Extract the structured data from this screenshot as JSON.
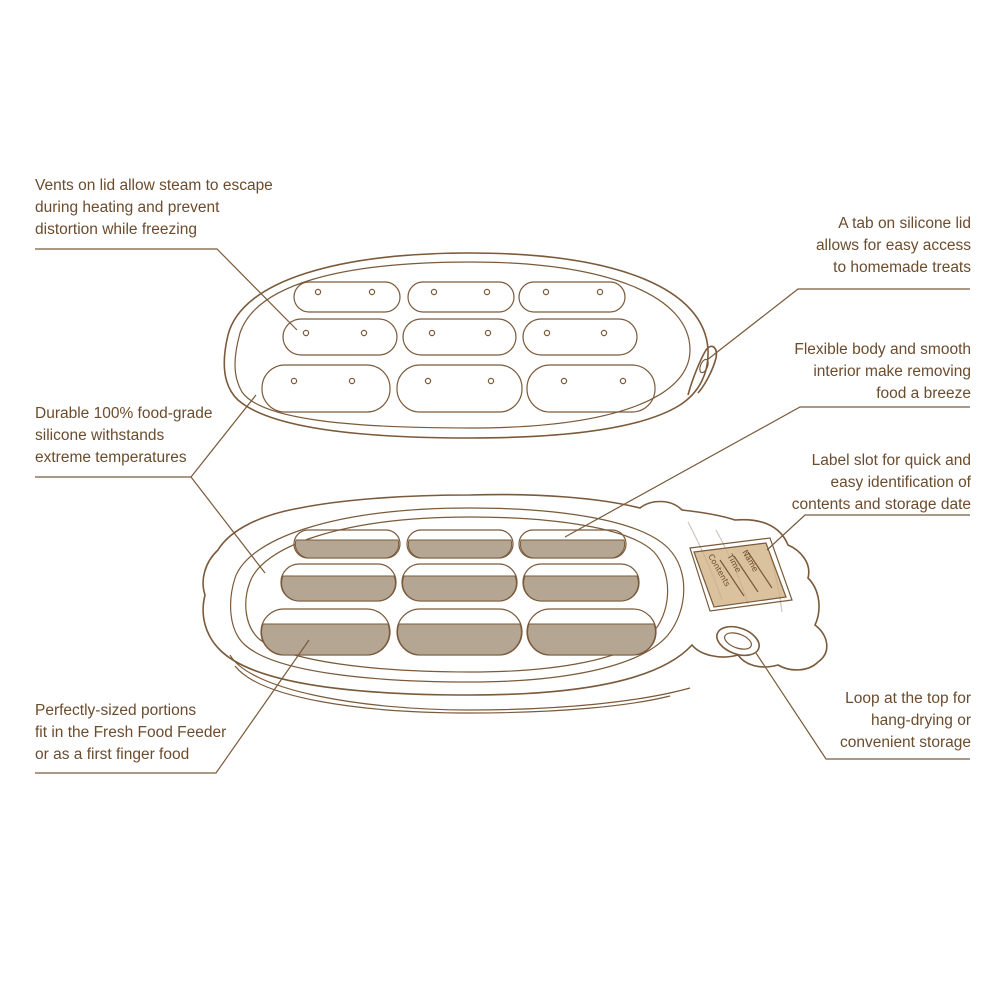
{
  "callouts": {
    "vents": [
      "Vents on lid allow steam to escape",
      "during heating and prevent",
      "distortion while freezing"
    ],
    "durable": [
      "Durable 100% food-grade",
      "silicone withstands",
      "extreme temperatures"
    ],
    "portions": [
      "Perfectly-sized portions",
      "fit in the Fresh Food Feeder",
      "or as a first finger food"
    ],
    "tab": [
      "A tab on silicone lid",
      "allows for easy access",
      "to homemade treats"
    ],
    "flexible": [
      "Flexible body and smooth",
      "interior make removing",
      "food a breeze"
    ],
    "label_slot": [
      "Label slot for quick and",
      "easy identification of",
      "contents and storage date"
    ],
    "loop": [
      "Loop at the top for",
      "hang-drying or",
      "convenient storage"
    ]
  },
  "label_card": {
    "fields": [
      "Name",
      "Time",
      "Contents"
    ]
  },
  "colors": {
    "outline": "#7a5a3a",
    "text": "#6b4c2e",
    "food_fill": "#b5a593",
    "label_fill": "#cfae7e"
  }
}
